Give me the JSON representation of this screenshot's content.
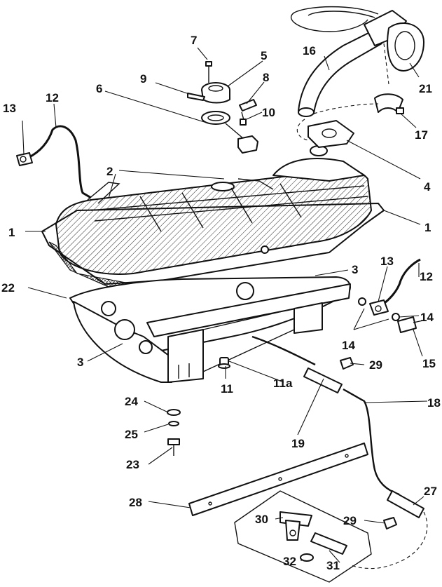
{
  "callouts": {
    "c1_left": "1",
    "c1_right": "1",
    "c2": "2",
    "c3_top": "3",
    "c3_left": "3",
    "c4": "4",
    "c5": "5",
    "c6": "6",
    "c7": "7",
    "c8": "8",
    "c9": "9",
    "c10": "10",
    "c11": "11",
    "c11a": "11a",
    "c12_left": "12",
    "c12_right": "12",
    "c13_left": "13",
    "c13_right": "13",
    "c14_upper": "14",
    "c14_lower": "14",
    "c15": "15",
    "c16": "16",
    "c17": "17",
    "c18": "18",
    "c19": "19",
    "c21": "21",
    "c22": "22",
    "c23": "23",
    "c24": "24",
    "c25": "25",
    "c27": "27",
    "c28": "28",
    "c29_upper": "29",
    "c29_lower": "29",
    "c30": "30",
    "c31": "31",
    "c32": "32"
  },
  "colors": {
    "ink": "#111111",
    "paper": "#ffffff"
  }
}
